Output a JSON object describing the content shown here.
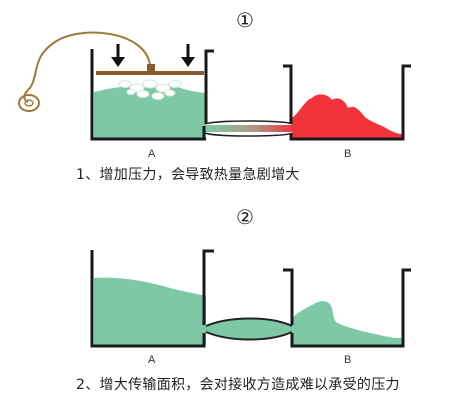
{
  "diagram": {
    "panel1": {
      "number": "①",
      "label_a": "A",
      "label_b": "B",
      "caption": "1、增加压力，会导致热量急剧增大",
      "colors": {
        "fluid": "#7ec8a6",
        "heat": "#f0333b",
        "tank": "#1a1a1a",
        "lid": "#8b5a2b",
        "pump": "#a07a3a"
      },
      "icons": [
        "down-arrow-icon",
        "down-arrow-icon",
        "pump-bulb-icon"
      ]
    },
    "panel2": {
      "number": "②",
      "label_a": "A",
      "label_b": "B",
      "caption": "2、增大传输面积，会对接收方造成难以承受的压力",
      "colors": {
        "fluid": "#7ec8a6",
        "tank": "#1a1a1a"
      }
    }
  }
}
